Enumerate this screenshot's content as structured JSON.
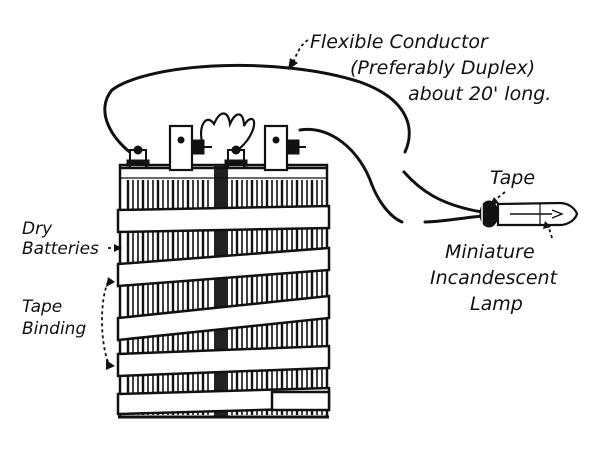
{
  "labels": {
    "conductor": {
      "line1": "Flexible Conductor",
      "line2": "(Preferably Duplex)",
      "line3": "about 20' long."
    },
    "tape": "Tape",
    "lamp": {
      "line1": "Miniature",
      "line2": "Incandescent",
      "line3": "Lamp"
    },
    "batteries": {
      "line1": "Dry",
      "line2": "Batteries"
    },
    "binding": {
      "line1": "Tape",
      "line2": "Binding"
    }
  },
  "colors": {
    "ink": "#111111",
    "paper": "#ffffff"
  }
}
